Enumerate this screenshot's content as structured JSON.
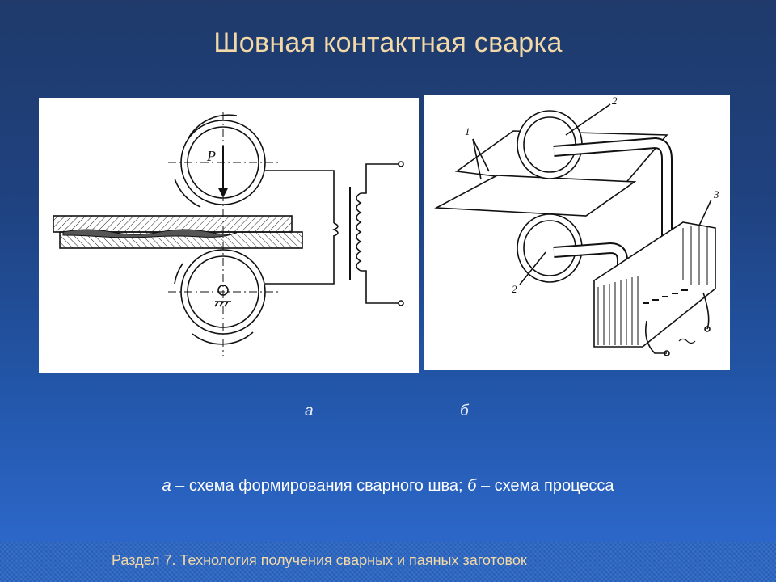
{
  "slide": {
    "title": "Шовная контактная сварка",
    "label_a": "а",
    "label_b": "б",
    "caption": {
      "a_letter": "а",
      "a_text": " – схема формирования сварного шва; ",
      "b_letter": "б",
      "b_text": " – схема процесса"
    },
    "footer": "Раздел 7. Технология получения сварных и паяных заготовок"
  },
  "diagram_a": {
    "force_label": "P"
  },
  "diagram_b": {
    "callouts": [
      "1",
      "2",
      "2",
      "3"
    ]
  },
  "colors": {
    "title": "#f3d9a8",
    "caption": "#ffffff",
    "line": "#111111"
  }
}
